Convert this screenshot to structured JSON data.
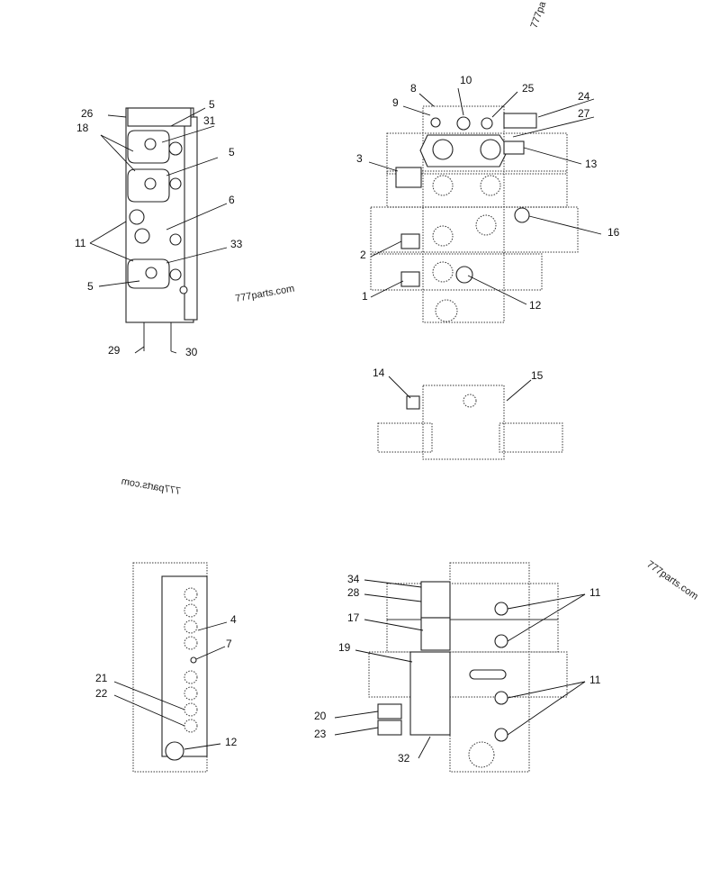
{
  "watermarks": {
    "top_right": "777pa",
    "view1": "777parts.com",
    "mirrored": "777parts.com",
    "view4": "777parts.com"
  },
  "callouts": {
    "v1": {
      "c26": "26",
      "c5a": "5",
      "c31": "31",
      "c18": "18",
      "c5b": "5",
      "c6": "6",
      "c11": "11",
      "c33": "33",
      "c5c": "5",
      "c29": "29",
      "c30": "30"
    },
    "v2": {
      "c8": "8",
      "c9": "9",
      "c10": "10",
      "c25": "25",
      "c24": "24",
      "c27": "27",
      "c3": "3",
      "c13": "13",
      "c16": "16",
      "c2": "2",
      "c1": "1",
      "c12": "12"
    },
    "v3": {
      "c14": "14",
      "c15": "15"
    },
    "v4": {
      "c4": "4",
      "c7": "7",
      "c21": "21",
      "c22": "22",
      "c12": "12"
    },
    "v5": {
      "c34": "34",
      "c28": "28",
      "c17": "17",
      "c19": "19",
      "c20": "20",
      "c23": "23",
      "c32": "32",
      "c11a": "11",
      "c11b": "11"
    }
  },
  "colors": {
    "line": "#222222",
    "background": "#ffffff"
  }
}
